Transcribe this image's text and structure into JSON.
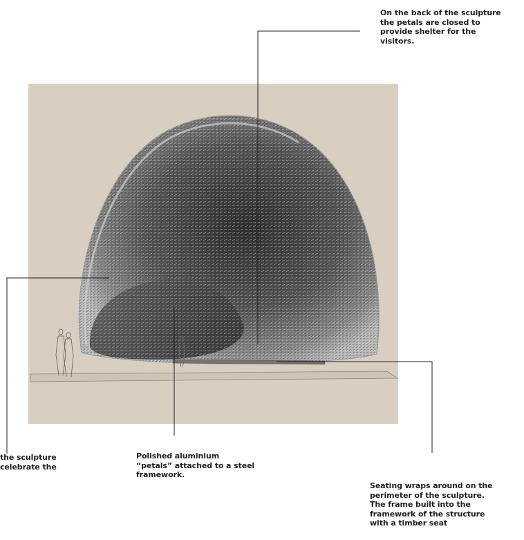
{
  "annotations": {
    "back_petals": {
      "lines": [
        "On the back of the sculpture",
        "the petals are closed to",
        "provide shelter for the",
        "visitors."
      ]
    },
    "left_partial": {
      "lines": [
        "the sculpture",
        "celebrate the"
      ]
    },
    "petals": {
      "lines": [
        "Polished aluminium",
        "“petals” attached to a steel",
        "framework."
      ]
    },
    "seating": {
      "lines": [
        "Seating wraps around on the",
        "perimeter of the sculpture.",
        "The frame built into the",
        "framework of the structure",
        "with a timber seat"
      ]
    }
  },
  "colors": {
    "paper": "#d8cfc1",
    "ink": "#1e1e1e",
    "metal_dark": "#3e3e3e",
    "metal_light": "#bdbdbd"
  }
}
